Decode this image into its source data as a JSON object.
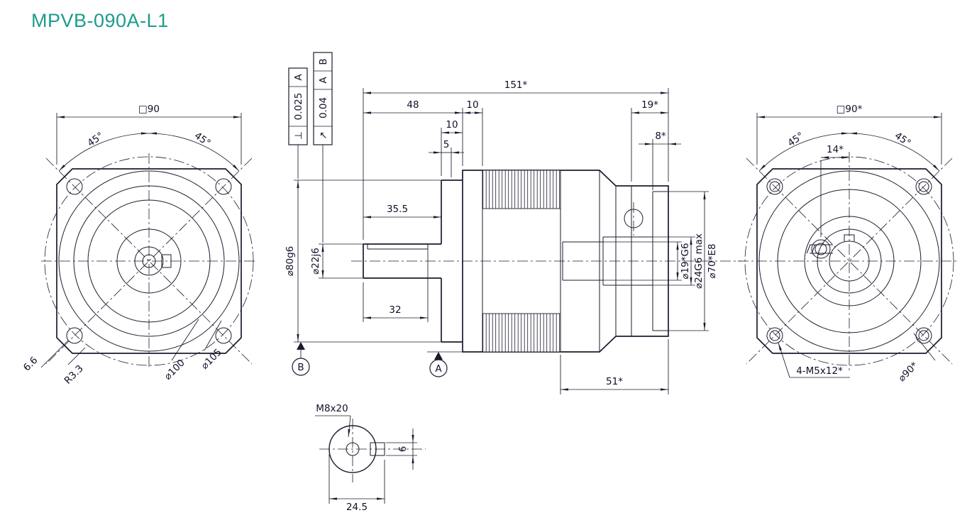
{
  "title": "MPVB-090A-L1",
  "colors": {
    "accent": "#1e9b8c",
    "line": "#1b1b2f"
  },
  "front_view": {
    "square": "□90",
    "angle_left": "45°",
    "angle_right": "45°",
    "hole_dia": "6.6",
    "hole_radius": "R3.3",
    "circle_100": "⌀100",
    "circle_105": "⌀105"
  },
  "tolerances": {
    "perp_symbol": "⊥",
    "perp_value": "0.025",
    "perp_datum": "A",
    "runout_symbol": "↗",
    "runout_value": "0.04",
    "runout_datum_1": "A",
    "runout_datum_2": "B"
  },
  "datums": {
    "a": "A",
    "b": "B"
  },
  "side_view": {
    "len_total": "151*",
    "len_48": "48",
    "len_10a": "10",
    "len_10b": "10",
    "len_5": "5",
    "len_19": "19*",
    "len_8": "8*",
    "len_355": "35.5",
    "len_32": "32",
    "dia_80": "⌀80g6",
    "dia_22": "⌀22j6",
    "dia_19": "⌀19*G6",
    "dia_24": "⌀24G6 max",
    "dia_70": "⌀70*E8",
    "len_51": "51*"
  },
  "rear_view": {
    "square": "□90*",
    "angle_left": "45°",
    "angle_right": "45°",
    "len_14": "14*",
    "bolt_note": "4-M5x12*",
    "dia_90": "⌀90*"
  },
  "shaft_detail": {
    "thread_note": "M8x20",
    "len_245": "24.5",
    "height_6": "6"
  }
}
